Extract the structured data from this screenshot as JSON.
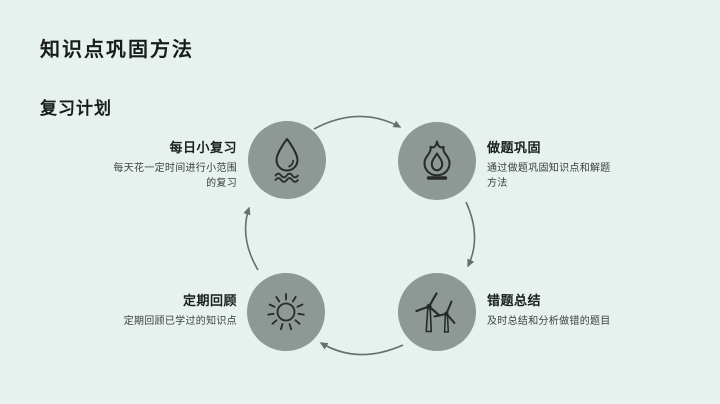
{
  "slide": {
    "title": "知识点巩固方法",
    "subtitle": "复习计划"
  },
  "nodes": [
    {
      "id": "daily-review",
      "title": "每日小复习",
      "desc": "每天花一定时间进行小范围的复习",
      "icon": "water-drop-icon",
      "position": "top-left"
    },
    {
      "id": "practice",
      "title": "做题巩固",
      "desc": "通过做题巩固知识点和解题方法",
      "icon": "flame-icon",
      "position": "top-right"
    },
    {
      "id": "mistake-summary",
      "title": "错题总结",
      "desc": "及时总结和分析做错的题目",
      "icon": "wind-turbine-icon",
      "position": "bottom-right"
    },
    {
      "id": "periodic-review",
      "title": "定期回顾",
      "desc": "定期回顾已学过的知识点",
      "icon": "sun-icon",
      "position": "bottom-left"
    }
  ],
  "diagram": {
    "type": "cycle",
    "direction": "clockwise",
    "arrow_count": 4
  },
  "colors": {
    "background": "#e7f1ed",
    "circle": "#8e9894",
    "heading": "#181c1a",
    "body_text": "#3a403d",
    "icon": "#262b29",
    "arrow": "#647069"
  }
}
